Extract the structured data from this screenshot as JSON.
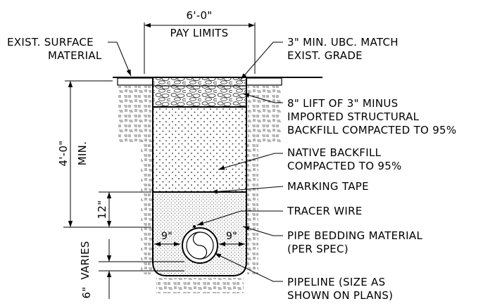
{
  "labels": {
    "width_dim": "6'-0\"",
    "pay_limits": "PAY LIMITS",
    "exist_surface_1": "EXIST. SURFACE",
    "exist_surface_2": "MATERIAL",
    "ubc_1": "3\" MIN. UBC. MATCH",
    "ubc_2": "EXIST. GRADE",
    "lift_1": "8\" LIFT OF 3\" MINUS",
    "lift_2": "IMPORTED STRUCTURAL",
    "lift_3": "BACKFILL COMPACTED TO 95%",
    "native_1": "NATIVE BACKFILL",
    "native_2": "COMPACTED TO 95%",
    "marking_tape": "MARKING TAPE",
    "tracer_wire": "TRACER WIRE",
    "bedding_1": "PIPE BEDDING MATERIAL",
    "bedding_2": "(PER SPEC)",
    "pipeline_1": "PIPELINE (SIZE AS",
    "pipeline_2": "SHOWN ON PLANS)",
    "depth_dim": "4'-0\"",
    "depth_min": "MIN.",
    "bedding_dim": "12\"",
    "varies": "VARIES",
    "six_in": "6\"",
    "side_left": "9\"",
    "side_right": "9\""
  },
  "colors": {
    "line": "#000000",
    "background": "#ffffff",
    "pattern": "#333333"
  }
}
